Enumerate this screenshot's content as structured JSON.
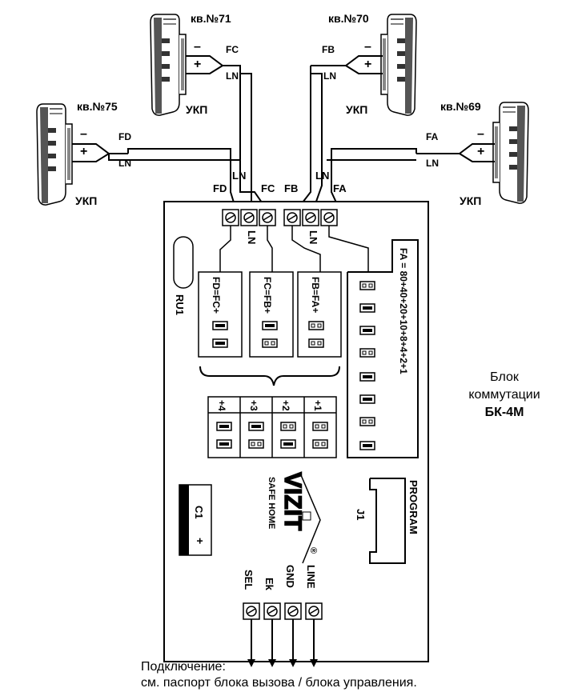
{
  "intercoms": [
    {
      "apt": "кв.№71",
      "unit": "УКП",
      "minus": "–",
      "plus": "+",
      "sig": "FC",
      "line": "LN"
    },
    {
      "apt": "кв.№70",
      "unit": "УКП",
      "minus": "–",
      "plus": "+",
      "sig": "FB",
      "line": "LN"
    },
    {
      "apt": "кв.№75",
      "unit": "УКП",
      "minus": "–",
      "plus": "+",
      "sig": "FD",
      "line": "LN"
    },
    {
      "apt": "кв.№69",
      "unit": "УКП",
      "minus": "–",
      "plus": "+",
      "sig": "FA",
      "line": "LN"
    }
  ],
  "top_terminals": [
    "FD",
    "LN",
    "FC",
    "FB",
    "LN",
    "FA"
  ],
  "inner_ln": [
    "LN",
    "LN"
  ],
  "jumper_groups": [
    "FD=FC+",
    "FC=FB+",
    "FB=FA+"
  ],
  "fa_strip": "FA = 80+40+20+10+8+4+2+1",
  "sel_labels": [
    "+4",
    "+3",
    "+2",
    "+1"
  ],
  "ru1": "RU1",
  "c1": "C1",
  "c1_plus": "+",
  "j1": "J1",
  "program": "PROGRAM",
  "logo": {
    "main": "VIZIT",
    "sub": "SAFE HOME",
    "reg": "®"
  },
  "bottom_terminals": [
    "SEL",
    "Ek",
    "GND",
    "LINE"
  ],
  "block_title": [
    "Блок",
    "коммутации",
    "БК-4М"
  ],
  "footer": [
    "Подключение:",
    "см. паспорт блока вызова / блока управления."
  ]
}
